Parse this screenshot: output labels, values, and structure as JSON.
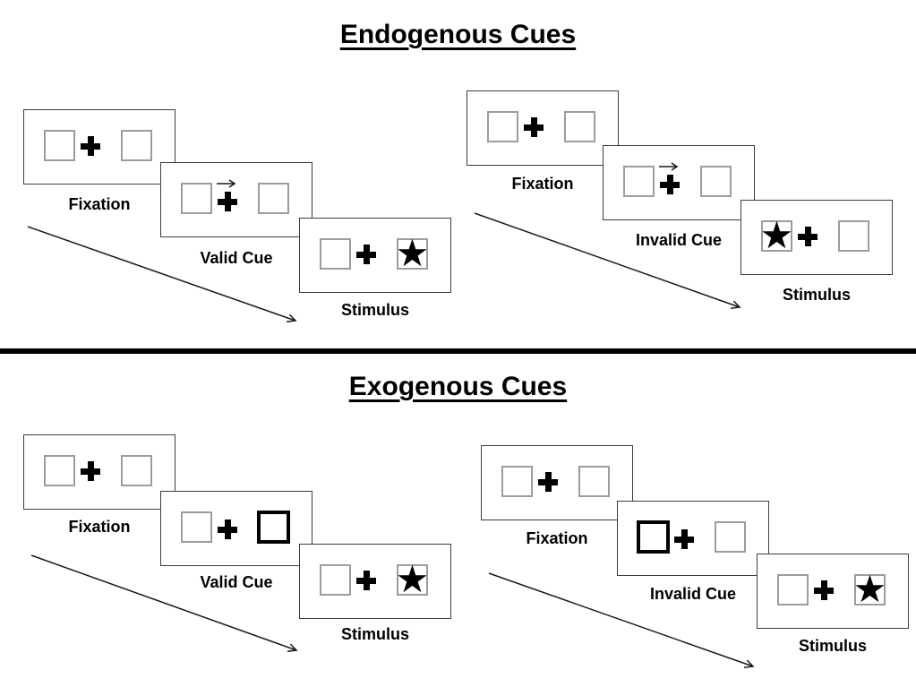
{
  "colors": {
    "panel_border": "#3c3c3c",
    "box_border": "#9c9c9c",
    "highlight_border": "#000000",
    "ink": "#000000"
  },
  "glyphs": {
    "star": "★"
  },
  "sections": [
    {
      "id": "endogenous",
      "title": "Endogenous Cues",
      "groups": [
        {
          "id": "valid",
          "cue_direction": "right",
          "stimulus_side": "right",
          "panels": [
            {
              "label": "Fixation"
            },
            {
              "label": "Valid Cue"
            },
            {
              "label": "Stimulus"
            }
          ]
        },
        {
          "id": "invalid",
          "cue_direction": "right",
          "stimulus_side": "left",
          "panels": [
            {
              "label": "Fixation"
            },
            {
              "label": "Invalid Cue"
            },
            {
              "label": "Stimulus"
            }
          ]
        }
      ]
    },
    {
      "id": "exogenous",
      "title": "Exogenous Cues",
      "groups": [
        {
          "id": "valid",
          "highlighted_side": "right",
          "stimulus_side": "right",
          "panels": [
            {
              "label": "Fixation"
            },
            {
              "label": "Valid Cue"
            },
            {
              "label": "Stimulus"
            }
          ]
        },
        {
          "id": "invalid",
          "highlighted_side": "left",
          "stimulus_side": "right",
          "panels": [
            {
              "label": "Fixation"
            },
            {
              "label": "Invalid Cue"
            },
            {
              "label": "Stimulus"
            }
          ]
        }
      ]
    }
  ]
}
